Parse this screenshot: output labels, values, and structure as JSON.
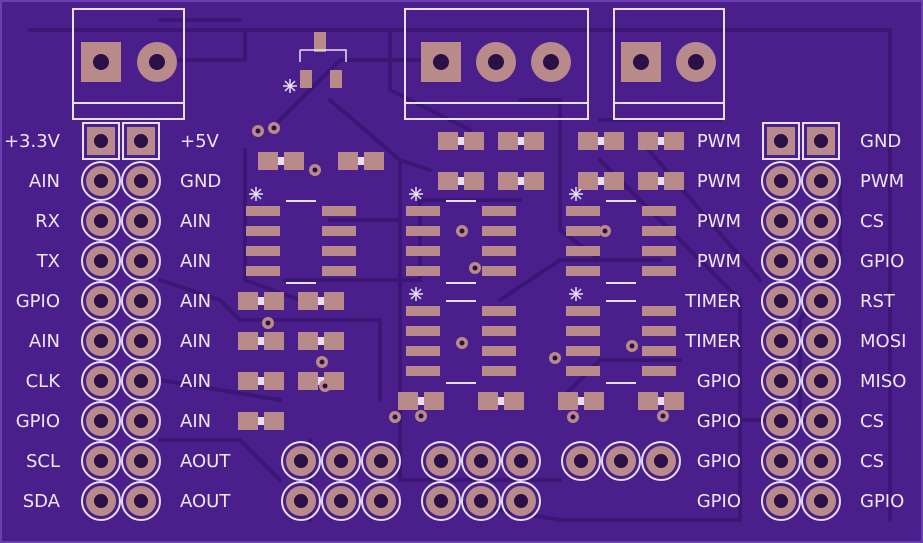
{
  "board": {
    "colors": {
      "substrate": "#4a1f8c",
      "trace": "#3a1674",
      "silk": "#e6e0f2",
      "copper": "#b98a8a",
      "hole": "#2a1046"
    },
    "left_header": {
      "outer_labels": [
        "+3.3V",
        "AIN",
        "RX",
        "TX",
        "GPIO",
        "AIN",
        "CLK",
        "GPIO",
        "SCL",
        "SDA"
      ],
      "inner_labels": [
        "+5V",
        "GND",
        "AIN",
        "AIN",
        "AIN",
        "AIN",
        "AIN",
        "AIN",
        "AOUT",
        "AOUT"
      ]
    },
    "right_header": {
      "inner_labels": [
        "PWM",
        "PWM",
        "PWM",
        "PWM",
        "TIMER",
        "TIMER",
        "GPIO",
        "GPIO",
        "GPIO",
        "GPIO"
      ],
      "outer_labels": [
        "GND",
        "PWM",
        "CS",
        "GPIO",
        "RST",
        "MOSI",
        "MISO",
        "CS",
        "CS",
        "GPIO"
      ]
    }
  }
}
